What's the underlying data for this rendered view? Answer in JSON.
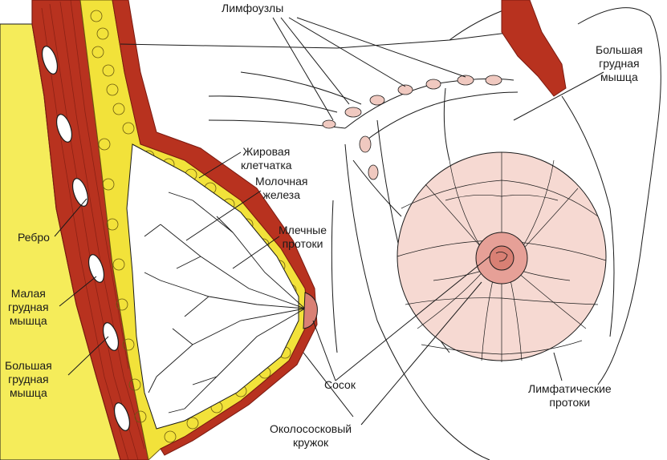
{
  "labels": {
    "lymph_nodes": "Лимфоузлы",
    "pec_major_right": [
      "Большая",
      "грудная",
      "мышца"
    ],
    "fat_tissue": [
      "Жировая",
      "клетчатка"
    ],
    "mammary_gland": [
      "Молочная",
      "железа"
    ],
    "milk_ducts": [
      "Млечные",
      "протоки"
    ],
    "rib": "Ребро",
    "pec_minor": [
      "Малая",
      "грудная",
      "мышца"
    ],
    "pec_major_left": [
      "Большая",
      "грудная",
      "мышца"
    ],
    "nipple": "Сосок",
    "areola": [
      "Околососковый",
      "кружок"
    ],
    "lymph_ducts": [
      "Лимфатические",
      "протоки"
    ]
  },
  "colors": {
    "muscle": "#b8321f",
    "muscle_dark": "#7a1a10",
    "fat": "#f2e23a",
    "fat_outline": "#6b5a10",
    "skin_yellow": "#f5ec5a",
    "breast_tint": "#f6d9d2",
    "areola": "#e6a097",
    "nipple": "#d98074",
    "line": "#1a1a1a"
  }
}
